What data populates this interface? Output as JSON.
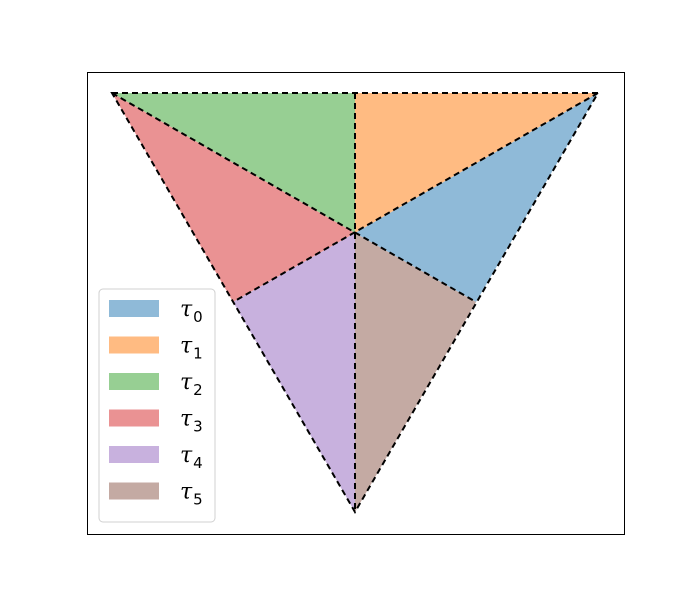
{
  "diagram": {
    "type": "triangle-barycentric-subdivision",
    "outline_style": "dashed",
    "regions": [
      {
        "id": "tau0",
        "symbol": "τ",
        "subscript": "0",
        "color": "#8fbad8"
      },
      {
        "id": "tau1",
        "symbol": "τ",
        "subscript": "1",
        "color": "#ffbb82"
      },
      {
        "id": "tau2",
        "symbol": "τ",
        "subscript": "2",
        "color": "#97cf93"
      },
      {
        "id": "tau3",
        "symbol": "τ",
        "subscript": "3",
        "color": "#ea9293"
      },
      {
        "id": "tau4",
        "symbol": "τ",
        "subscript": "4",
        "color": "#c8b1de"
      },
      {
        "id": "tau5",
        "symbol": "τ",
        "subscript": "5",
        "color": "#c4aaa3"
      }
    ],
    "legend": {
      "location": "lower-left",
      "entries": [
        {
          "symbol": "τ",
          "subscript": "0"
        },
        {
          "symbol": "τ",
          "subscript": "1"
        },
        {
          "symbol": "τ",
          "subscript": "2"
        },
        {
          "symbol": "τ",
          "subscript": "3"
        },
        {
          "symbol": "τ",
          "subscript": "4"
        },
        {
          "symbol": "τ",
          "subscript": "5"
        }
      ]
    }
  }
}
